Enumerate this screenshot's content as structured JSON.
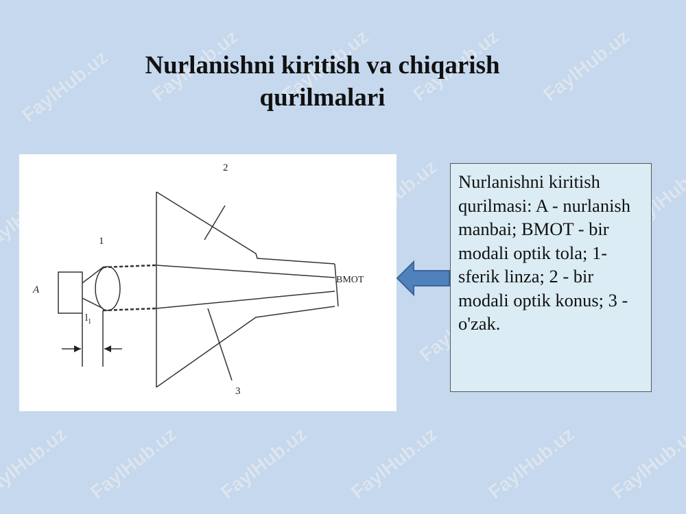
{
  "slide": {
    "title": "Nurlanishni kiritish va chiqarish qurilmalari",
    "caption": "Nurlanishni kiritish qurilmasi: A - nurlanish manbai; BMOT - bir modali optik tola; 1- sferik linza; 2 - bir modali optik konus; 3 - o'zak.",
    "background_color": "#c5d8ee",
    "caption_background": "#dbecf4",
    "arrow_color": "#4f81bd"
  },
  "diagram": {
    "label_source": "A",
    "label_fiber": "BMOT",
    "label_lens": "1",
    "label_cone": "2",
    "label_core": "3",
    "label_distance": "l",
    "label_distance_sub": "1"
  },
  "watermark": {
    "text": "FaylHub.uz"
  }
}
